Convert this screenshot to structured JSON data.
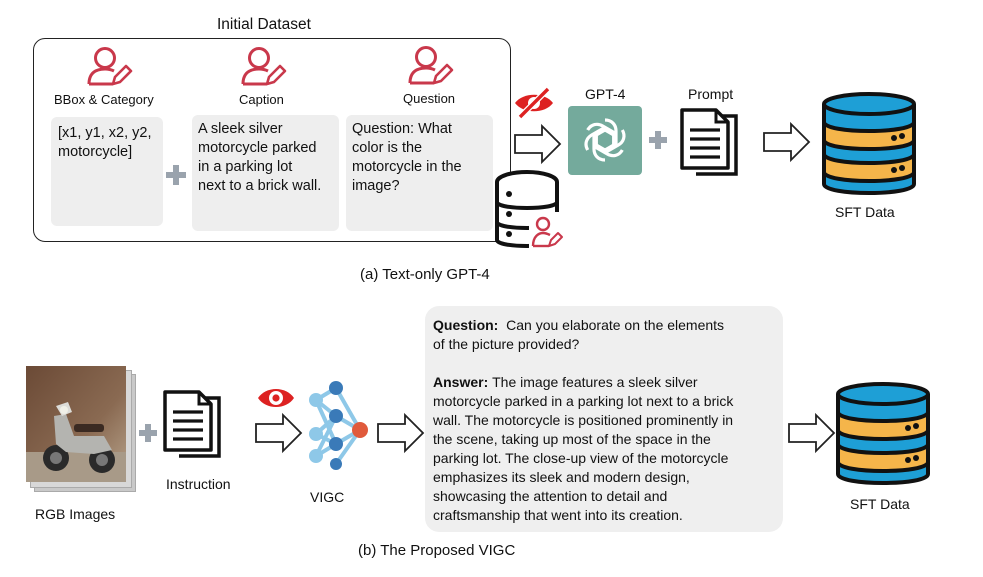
{
  "top": {
    "dataset_title": "Initial Dataset",
    "columns": [
      {
        "label": "BBox & Category",
        "text": "[x1, y1, x2, y2,\nmotorcycle]"
      },
      {
        "label": "Caption",
        "text": "A sleek silver\nmotorcycle parked\nin a parking lot\nnext to a brick wall."
      },
      {
        "label": "Question",
        "text": "Question: What\ncolor is the\nmotorcycle in the\nimage?"
      }
    ],
    "model": "GPT-4",
    "prompt": "Prompt",
    "output": "SFT Data",
    "caption": "(a) Text-only GPT-4"
  },
  "bottom": {
    "input": "RGB Images",
    "instruction": "Instruction",
    "model": "VIGC",
    "question_label": "Question:",
    "question_text": "Can you elaborate on the elements\nof the picture provided?",
    "answer_label": "Answer:",
    "answer_text": "The image features a sleek silver\nmotorcycle parked in a parking lot next to a brick\nwall. The motorcycle is positioned prominently in\nthe scene, taking up most of the space in the\nparking lot. The close-up view of the motorcycle\nemphasizes its sleek and modern design,\nshowcasing the attention to detail and\ncraftsmanship that went into its creation.",
    "output": "SFT Data",
    "caption": "(b) The Proposed VIGC"
  },
  "colors": {
    "user_icon": "#c9384b",
    "gpt_tile": "#74aa9c",
    "db_blue": "#1e9fd6",
    "db_orange": "#f5b54a",
    "node_blue": "#3a7ab8",
    "node_light": "#8ec8e8",
    "node_red": "#e05a3c",
    "eye_red": "#dd2222"
  },
  "icons": [
    "user-edit-icon",
    "plus-icon",
    "database-icon",
    "eye-crossed-icon",
    "openai-icon",
    "document-icon",
    "arrow-icon",
    "eye-icon",
    "neural-network-icon"
  ]
}
